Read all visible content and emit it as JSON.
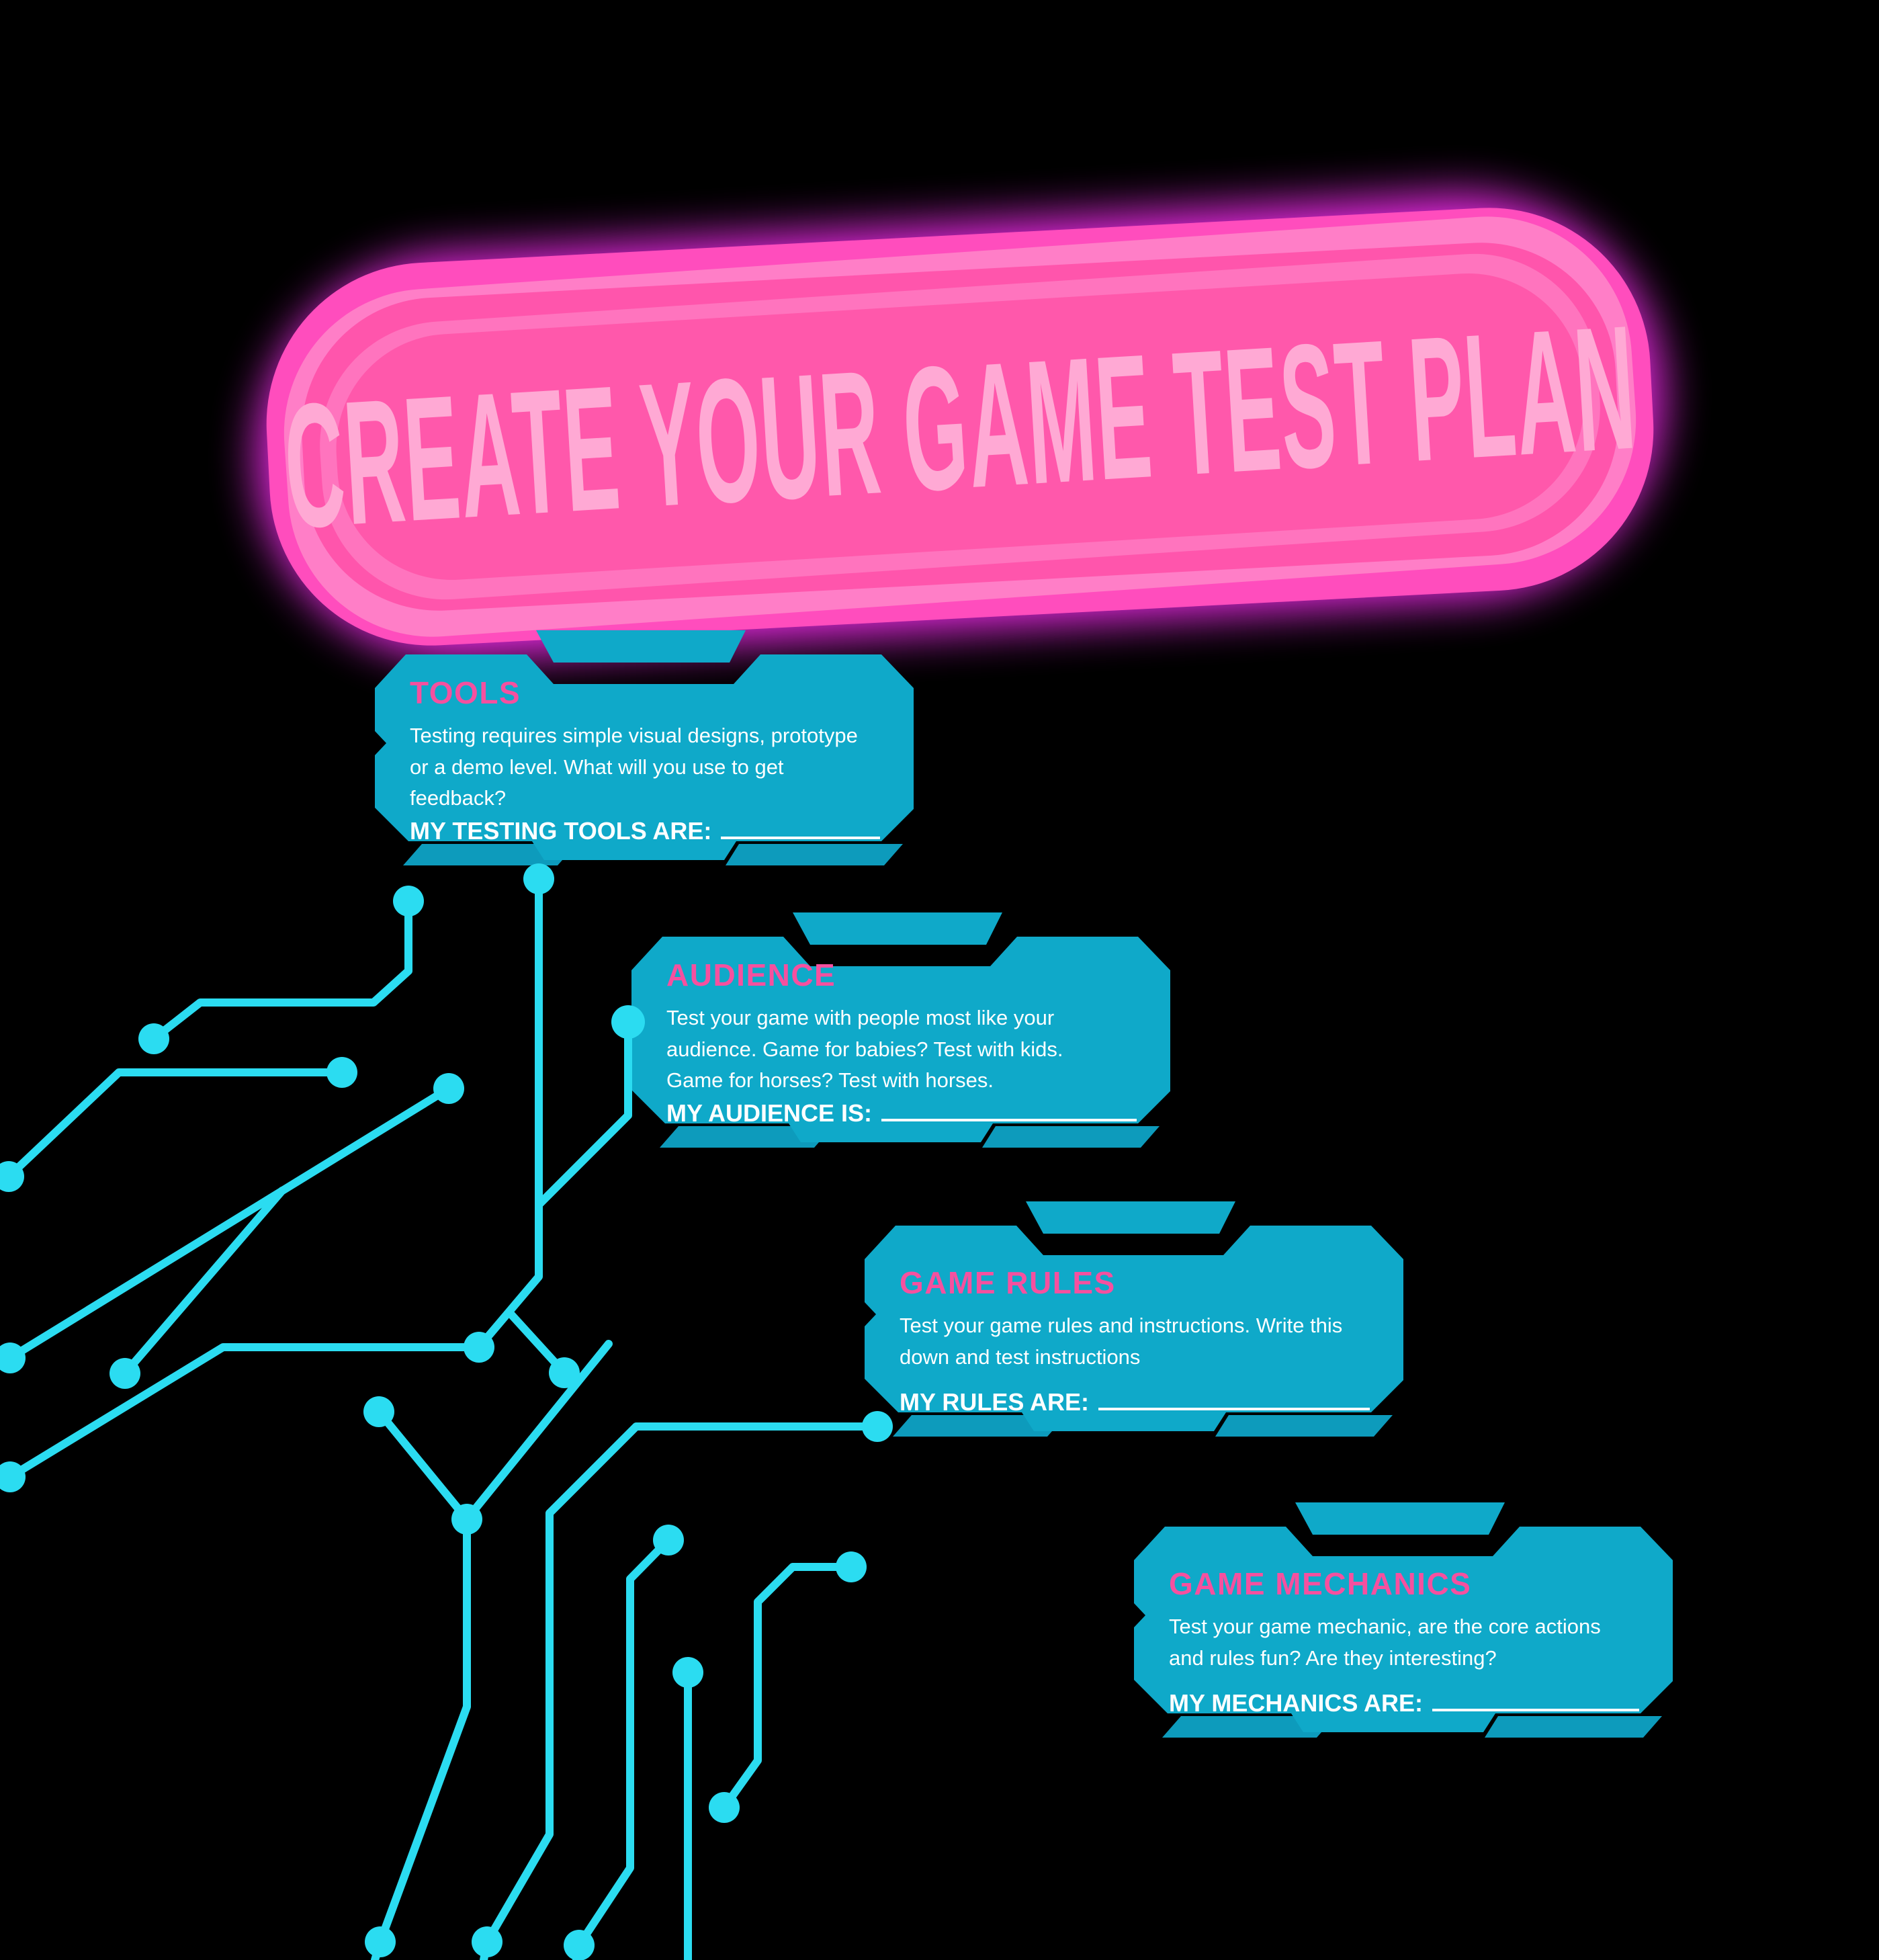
{
  "banner": {
    "title": "CREATE YOUR GAME TEST PLAN"
  },
  "cards": [
    {
      "id": "tools",
      "title": "TOOLS",
      "body": "Testing requires simple visual designs, prototype or a demo level. What will you use to get feedback?",
      "prompt": "MY TESTING TOOLS ARE:"
    },
    {
      "id": "audience",
      "title": "AUDIENCE",
      "body": "Test your game with people most like your audience. Game for babies? Test with kids. Game for horses? Test with horses.",
      "prompt": "MY AUDIENCE IS:"
    },
    {
      "id": "game-rules",
      "title": "GAME RULES",
      "body": "Test your game rules and instructions. Write this down and test instructions",
      "prompt": "MY RULES ARE:"
    },
    {
      "id": "game-mechanics",
      "title": "GAME MECHANICS",
      "body": "Test your game mechanic, are the core actions and rules fun? Are they interesting?",
      "prompt": "MY MECHANICS ARE:"
    }
  ],
  "colors": {
    "background": "#000000",
    "card": "#0FA9C9",
    "card_feet": "#0D9BBC",
    "trace": "#2BDCF1",
    "title_pink": "#F6509F",
    "card_text": "#FFFFFF",
    "banner_glow": "#F82EF2",
    "banner_ring1": "#FF4DBD",
    "banner_ring2": "#FF7EC7",
    "banner_ring3": "#FF55AC",
    "banner_ring4": "#FF74BE",
    "banner_core": "#FF58AB",
    "banner_text": "#FFA9D4"
  }
}
